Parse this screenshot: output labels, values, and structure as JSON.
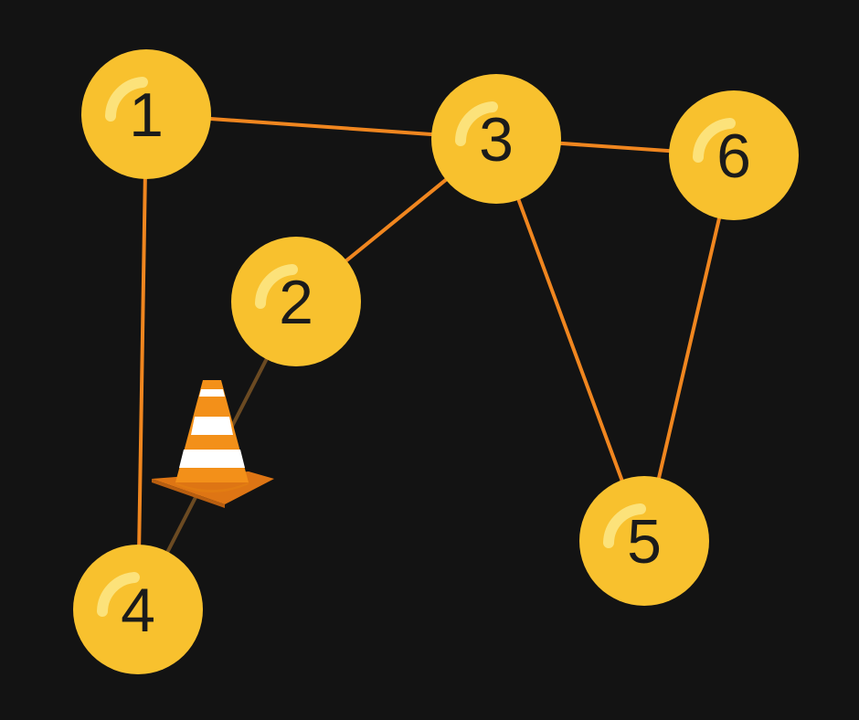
{
  "graph": {
    "nodes": [
      {
        "id": "1",
        "label": "1"
      },
      {
        "id": "2",
        "label": "2"
      },
      {
        "id": "3",
        "label": "3"
      },
      {
        "id": "4",
        "label": "4"
      },
      {
        "id": "5",
        "label": "5"
      },
      {
        "id": "6",
        "label": "6"
      }
    ],
    "edges": [
      {
        "from": "1",
        "to": "3",
        "status": "open"
      },
      {
        "from": "1",
        "to": "4",
        "status": "open"
      },
      {
        "from": "3",
        "to": "6",
        "status": "open"
      },
      {
        "from": "3",
        "to": "2",
        "status": "open"
      },
      {
        "from": "3",
        "to": "5",
        "status": "open"
      },
      {
        "from": "6",
        "to": "5",
        "status": "open"
      },
      {
        "from": "2",
        "to": "4",
        "status": "blocked",
        "marker": "traffic-cone-icon"
      }
    ]
  },
  "colors": {
    "background": "#131313",
    "node_fill": "#F8C12E",
    "node_highlight": "#FCE27A",
    "label": "#1B1B1B",
    "edge": "#F0861F",
    "edge_blocked": "#6B4A22",
    "cone_orange": "#F39019",
    "cone_white": "#FFFFFF"
  }
}
